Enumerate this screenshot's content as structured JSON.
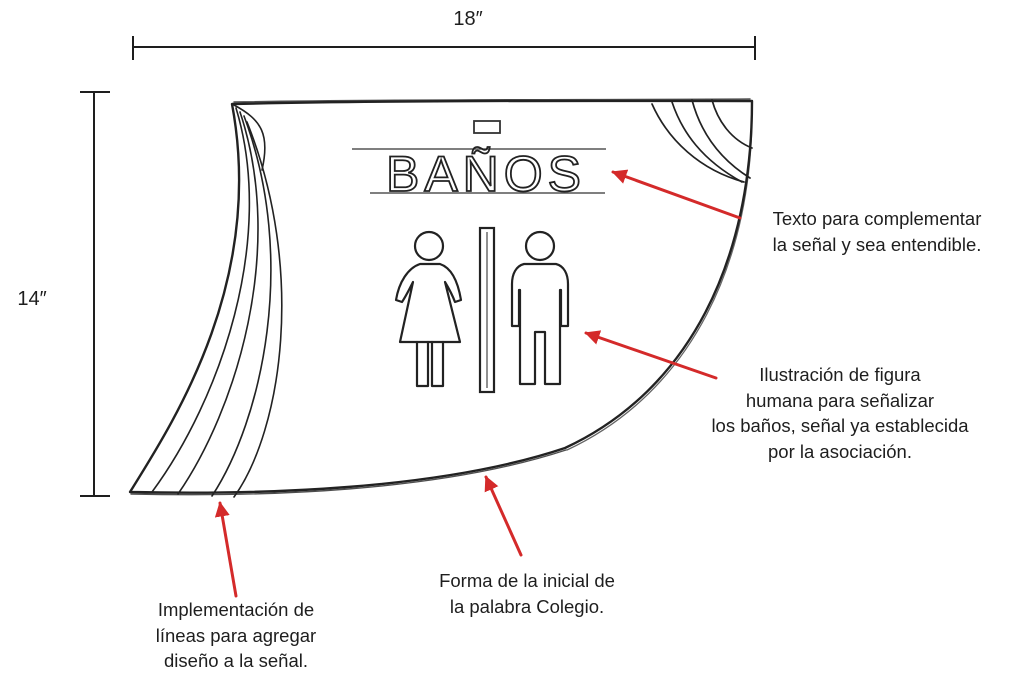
{
  "dimensions": {
    "width": "18″",
    "height": "14″"
  },
  "sign": {
    "title": "BAÑOS",
    "icons": [
      "woman-icon",
      "divider",
      "man-icon"
    ]
  },
  "annotations": {
    "texto": [
      "Texto para complementar",
      "la señal y sea entendible."
    ],
    "ilustracion": [
      "Ilustración de figura",
      "humana para señalizar",
      "los baños, señal ya establecida",
      "por la asociación."
    ],
    "forma": [
      "Forma de la inicial de",
      "la palabra Colegio."
    ],
    "lineas": [
      "Implementación de",
      "líneas para agregar",
      "diseño a la señal."
    ]
  },
  "colors": {
    "ink": "#1e1e1e",
    "arrow": "#d42a2a",
    "paper": "#ffffff"
  }
}
